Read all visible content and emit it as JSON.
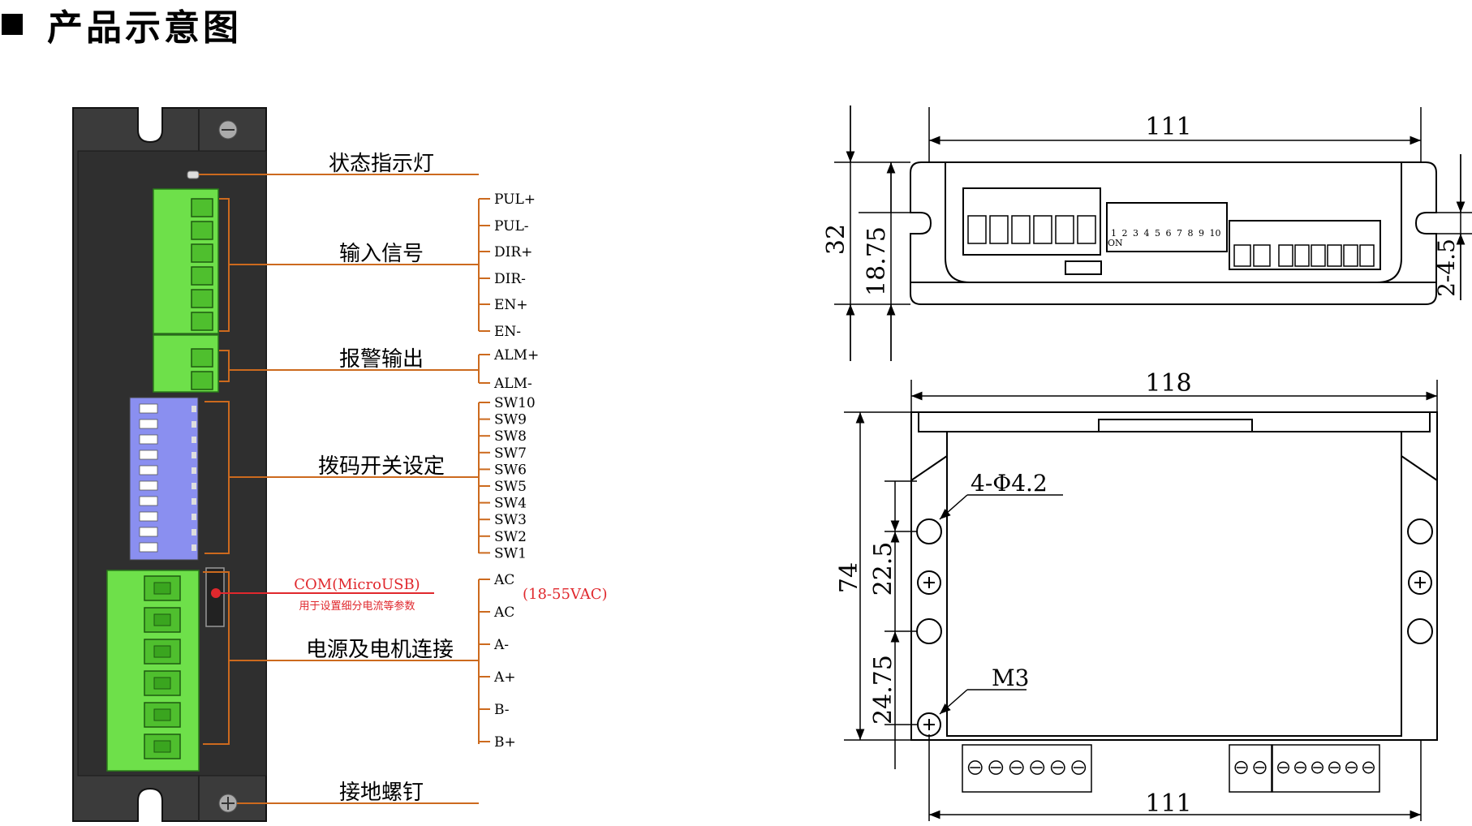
{
  "header": {
    "title": "产品示意图"
  },
  "labels": {
    "status_led": "状态指示灯",
    "input_signal": "输入信号",
    "alarm_output": "报警输出",
    "dip_setting": "拨码开关设定",
    "power_motor": "电源及电机连接",
    "ground_screw": "接地螺钉",
    "com_title": "COM(MicroUSB)",
    "com_desc": "用于设置细分电流等参数",
    "voltage": "(18-55VAC)"
  },
  "input_pins": [
    "PUL+",
    "PUL-",
    "DIR+",
    "DIR-",
    "EN+",
    "EN-"
  ],
  "alarm_pins": [
    "ALM+",
    "ALM-"
  ],
  "sw_pins": [
    "SW10",
    "SW9",
    "SW8",
    "SW7",
    "SW6",
    "SW5",
    "SW4",
    "SW3",
    "SW2",
    "SW1"
  ],
  "power_pins": [
    "AC",
    "AC",
    "A-",
    "A+",
    "B-",
    "B+"
  ],
  "dip_numbers": [
    "1",
    "2",
    "3",
    "4",
    "5",
    "6",
    "7",
    "8",
    "9",
    "10"
  ],
  "dip_on": "ON",
  "dims": {
    "top_width": "111",
    "height_total": "32",
    "height_inner": "18.75",
    "flange": "2-4.5",
    "bottom_width_outer": "118",
    "height_74": "74",
    "dim_22_5": "22.5",
    "dim_24_75": "24.75",
    "hole": "4-Φ4.2",
    "screw": "M3",
    "bottom_width": "111"
  },
  "colors": {
    "leader": "#cc6a1e",
    "red": "#e0282d",
    "green": "#6ee04a",
    "dip_blue": "#8a8ff0",
    "body": "#3a3a3a"
  }
}
